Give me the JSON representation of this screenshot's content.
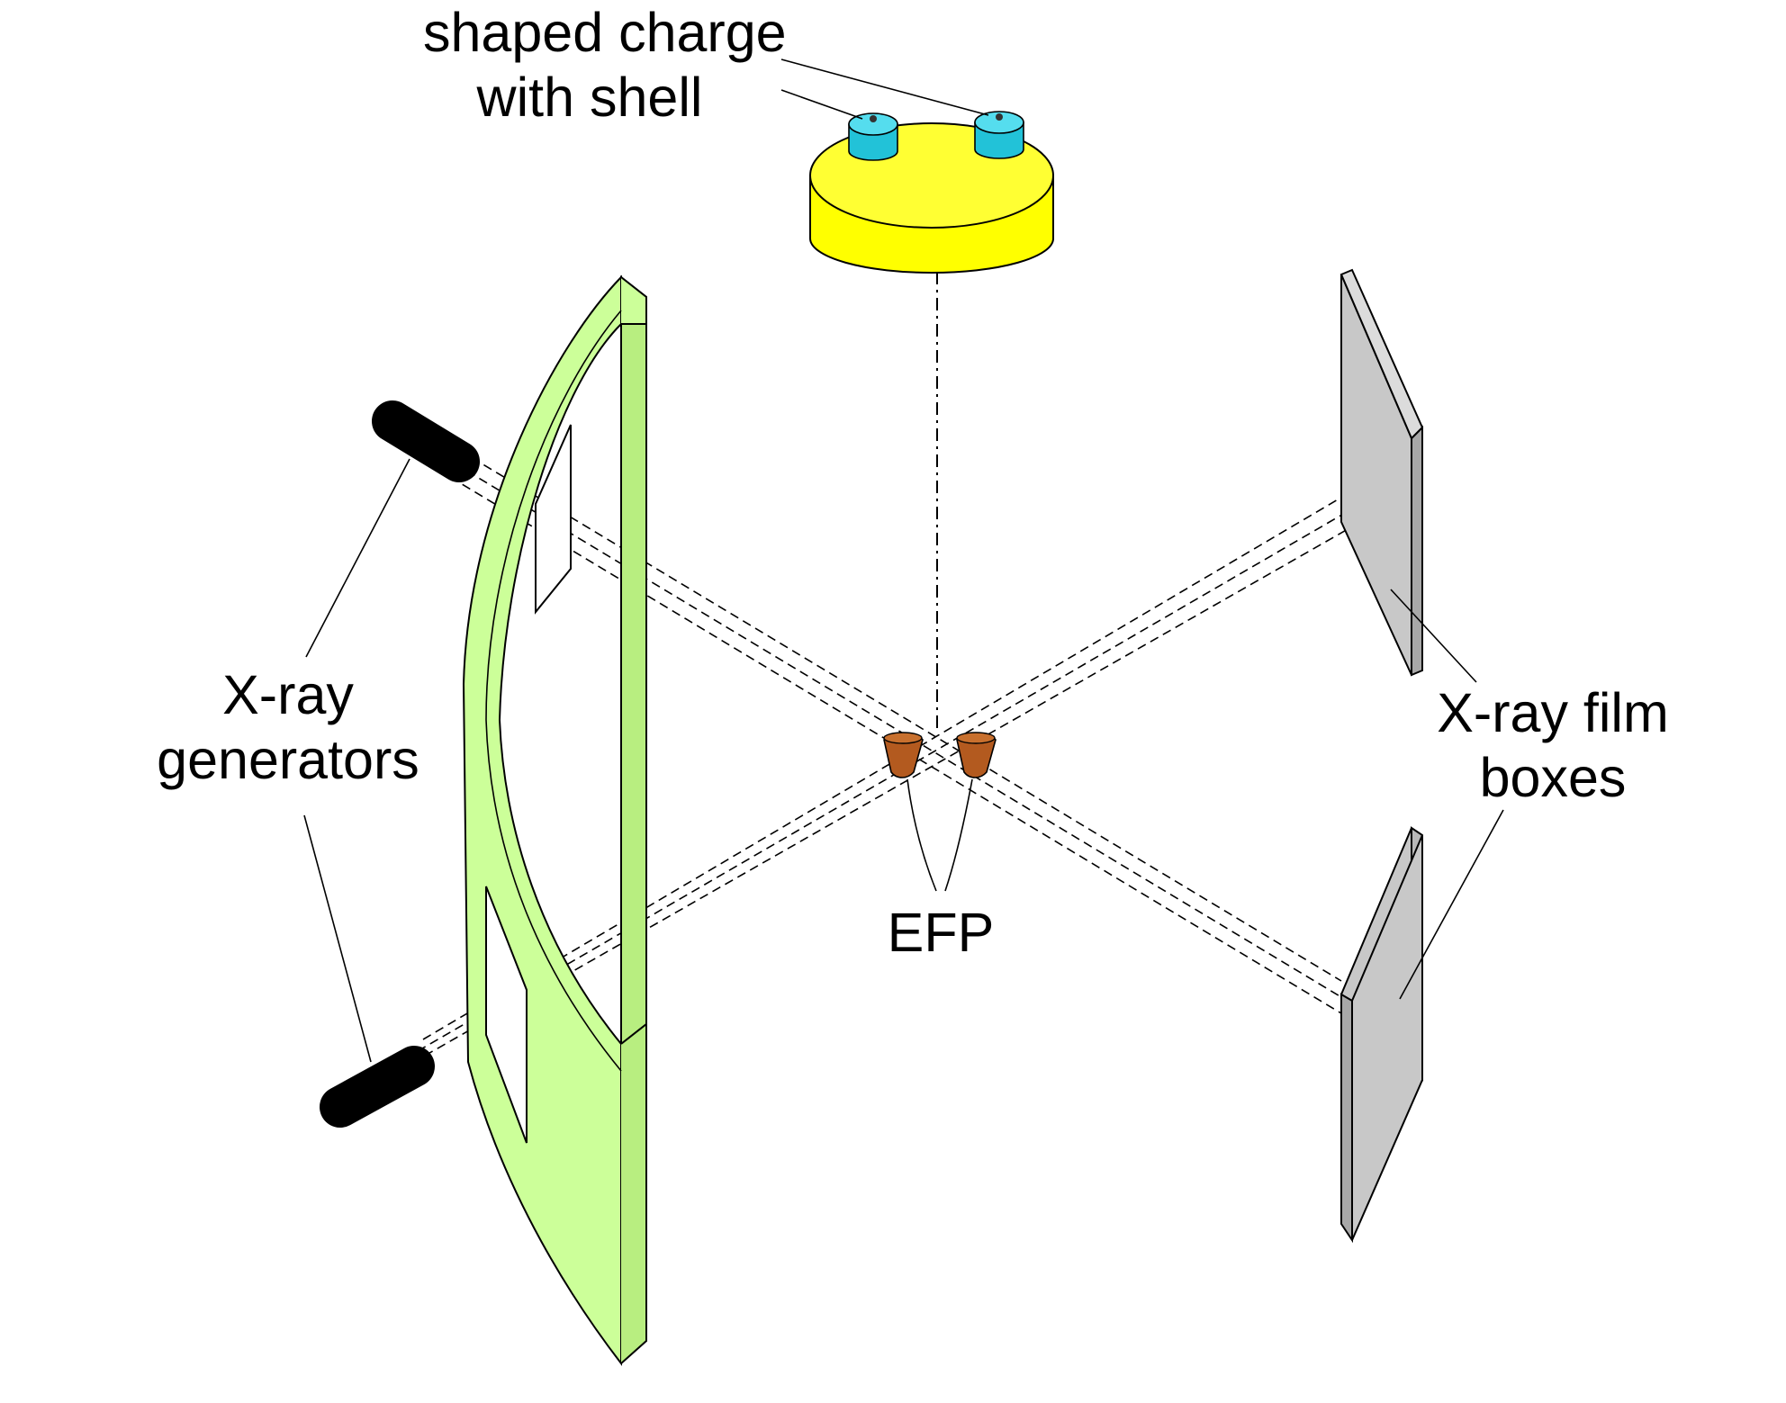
{
  "labels": {
    "shaped_charge": {
      "line1": "shaped charge",
      "line2": "with shell"
    },
    "xray_generators": {
      "line1": "X-ray",
      "line2": "generators"
    },
    "efp": {
      "line1": "EFP"
    },
    "film_boxes": {
      "line1": "X-ray film",
      "line2": "boxes"
    }
  },
  "colors": {
    "charge_body": "#ffff00",
    "charge_cylinders": "#33ccdd",
    "green_plate": "#ccff99",
    "film_box": "#c8c8c8",
    "efp": "#b35a1f",
    "generator": "#000000"
  }
}
